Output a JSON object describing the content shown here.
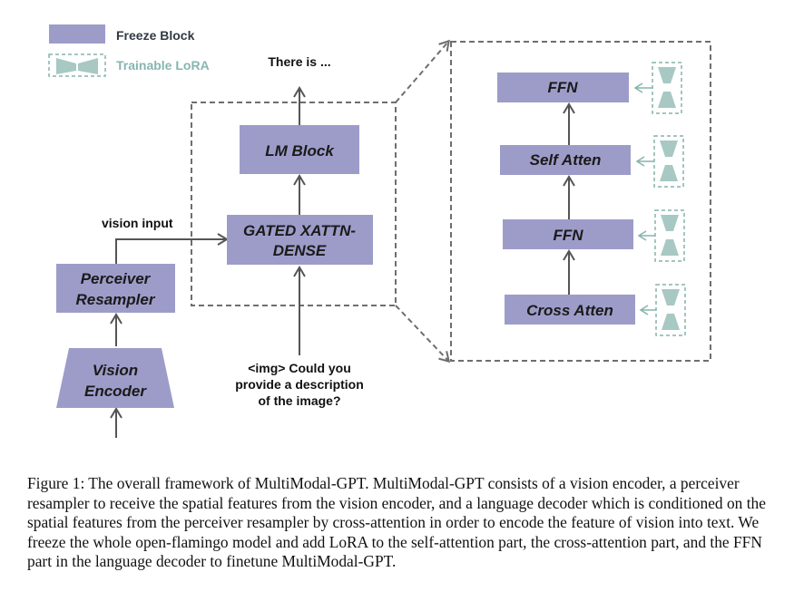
{
  "legend": {
    "freeze_label": "Freeze Block",
    "lora_label": "Trainable LoRA"
  },
  "colors": {
    "freeze_fill": "#9d9cc9",
    "lora_fill": "#a8c8c3",
    "lora_stroke": "#86b3ac",
    "dash_stroke": "#6e6e6e",
    "arrow": "#555555",
    "lora_label": "#87b5b0",
    "freeze_label": "#2f3a44"
  },
  "left": {
    "vision_encoder": [
      "Vision",
      "Encoder"
    ],
    "perceiver_resampler": [
      "Perceiver",
      "Resampler"
    ],
    "vision_input_label": "vision input"
  },
  "center": {
    "output_text": "There is ...",
    "lm_block": "LM Block",
    "gated_xattn": [
      "GATED XATTN-",
      "DENSE"
    ],
    "prompt": [
      "<img> Could you",
      "provide a description",
      "of the image?"
    ]
  },
  "right": {
    "blocks": [
      "FFN",
      "Self Atten",
      "FFN",
      "Cross Atten"
    ]
  },
  "caption": "Figure 1: The overall framework of MultiModal-GPT. MultiModal-GPT consists of a vision encoder, a perceiver resampler to receive the spatial features from the vision encoder, and a language decoder which is conditioned on the spatial features from the perceiver resampler by cross-attention in order to encode the feature of vision into text. We freeze the whole open-flamingo model and add LoRA to the self-attention part, the cross-attention part, and the FFN part in the language decoder to finetune MultiModal-GPT."
}
